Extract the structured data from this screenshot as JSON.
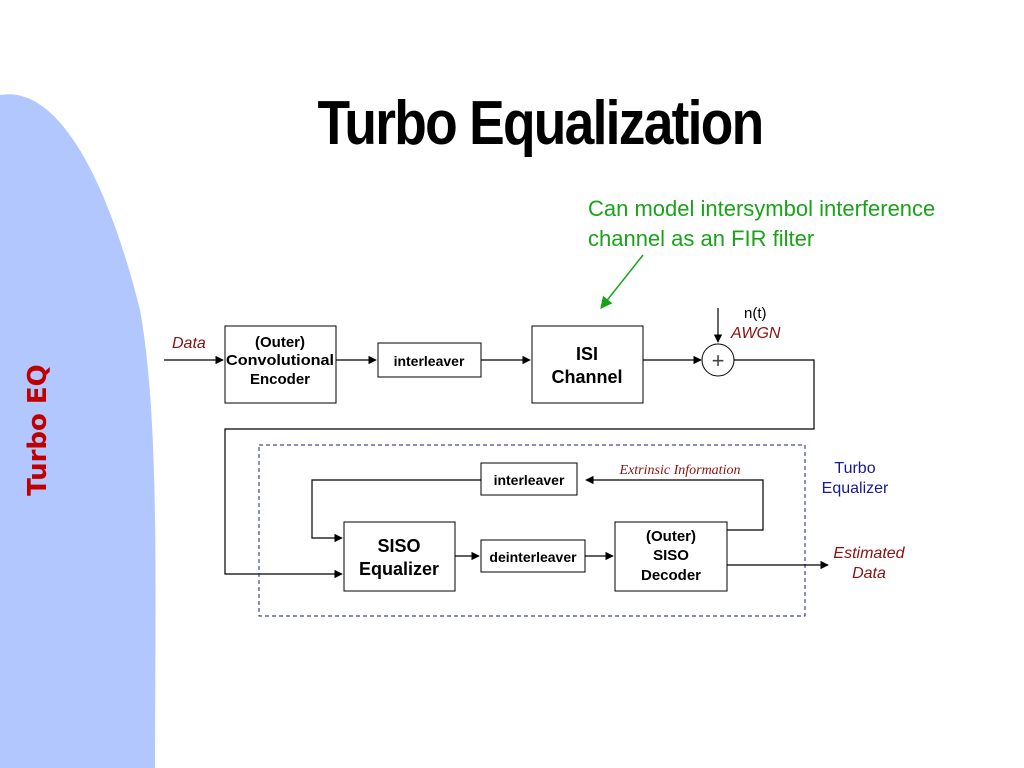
{
  "slide": {
    "title": "Turbo Equalization",
    "side_label": "Turbo EQ",
    "note_line1": "Can model intersymbol interference",
    "note_line2": "channel as an FIR filter"
  },
  "diagram": {
    "input_label": "Data",
    "outer_encoder": [
      "(Outer)",
      "Convolutional",
      "Encoder"
    ],
    "interleaver_top": "interleaver",
    "isi_channel": [
      "ISI",
      "Channel"
    ],
    "noise": {
      "signal": "n(t)",
      "type": "AWGN"
    },
    "adder_symbol": "+",
    "turbo_equalizer": [
      "Turbo",
      "Equalizer"
    ],
    "interleaver_feedback": "interleaver",
    "extrinsic_info": "Extrinsic Information",
    "siso_equalizer": [
      "SISO",
      "Equalizer"
    ],
    "deinterleaver": "deinterleaver",
    "outer_decoder": [
      "(Outer)",
      "SISO",
      "Decoder"
    ],
    "output_label": [
      "Estimated",
      "Data"
    ]
  },
  "colors": {
    "side_panel": "#b3c7ff",
    "side_label": "#c00000",
    "note": "#1aa31a",
    "data_labels": "#8b1010",
    "turbo_label": "#1a1a8c",
    "dashed_box": "#1a1a8c"
  }
}
